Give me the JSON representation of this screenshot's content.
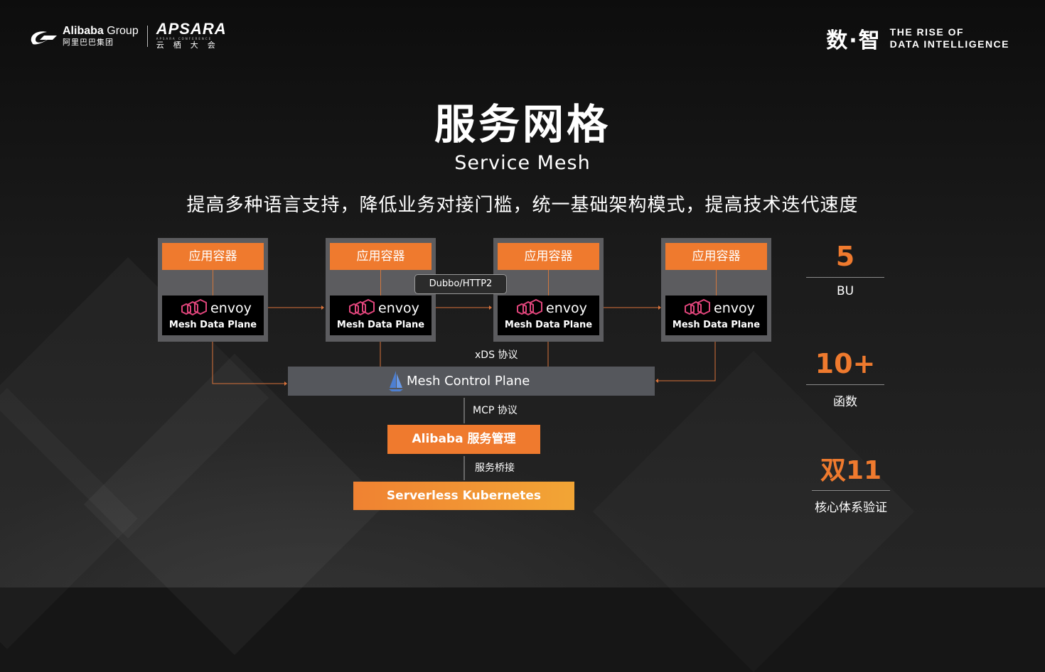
{
  "header": {
    "alibaba_brand": "Alibaba",
    "alibaba_group": "Group",
    "alibaba_cn": "阿里巴巴集团",
    "apsara": "APSARA",
    "apsara_sub": "APSARA CONFERENCE",
    "apsara_cn": "云栖大会",
    "shuzhi": "数·智",
    "rise_line1": "THE RISE OF",
    "rise_line2": "DATA INTELLIGENCE"
  },
  "title": "服务网格",
  "subtitle": "Service Mesh",
  "tagline": "提高多种语言支持，降低业务对接门槛，统一基础架构模式，提高技术迭代速度",
  "diagram": {
    "services": [
      {
        "app": "应用容器",
        "envoy": "envoy",
        "plane": "Mesh Data Plane"
      },
      {
        "app": "应用容器",
        "envoy": "envoy",
        "plane": "Mesh Data Plane"
      },
      {
        "app": "应用容器",
        "envoy": "envoy",
        "plane": "Mesh Data Plane"
      },
      {
        "app": "应用容器",
        "envoy": "envoy",
        "plane": "Mesh Data Plane"
      }
    ],
    "protocol": "Dubbo/HTTP2",
    "xds_label": "xDS 协议",
    "control_plane": "Mesh Control Plane",
    "mcp_label": "MCP 协议",
    "service_mgmt": "Alibaba 服务管理",
    "bridge_label": "服务桥接",
    "k8s": "Serverless Kubernetes"
  },
  "stats": [
    {
      "value": "5",
      "label": "BU"
    },
    {
      "value": "10+",
      "label": "函数"
    },
    {
      "value": "双11",
      "label": "核心体系验证"
    }
  ],
  "colors": {
    "accent": "#ef7a2e",
    "box_grey": "#5c5c5f",
    "control_grey": "#55575c",
    "background": "#161616"
  }
}
